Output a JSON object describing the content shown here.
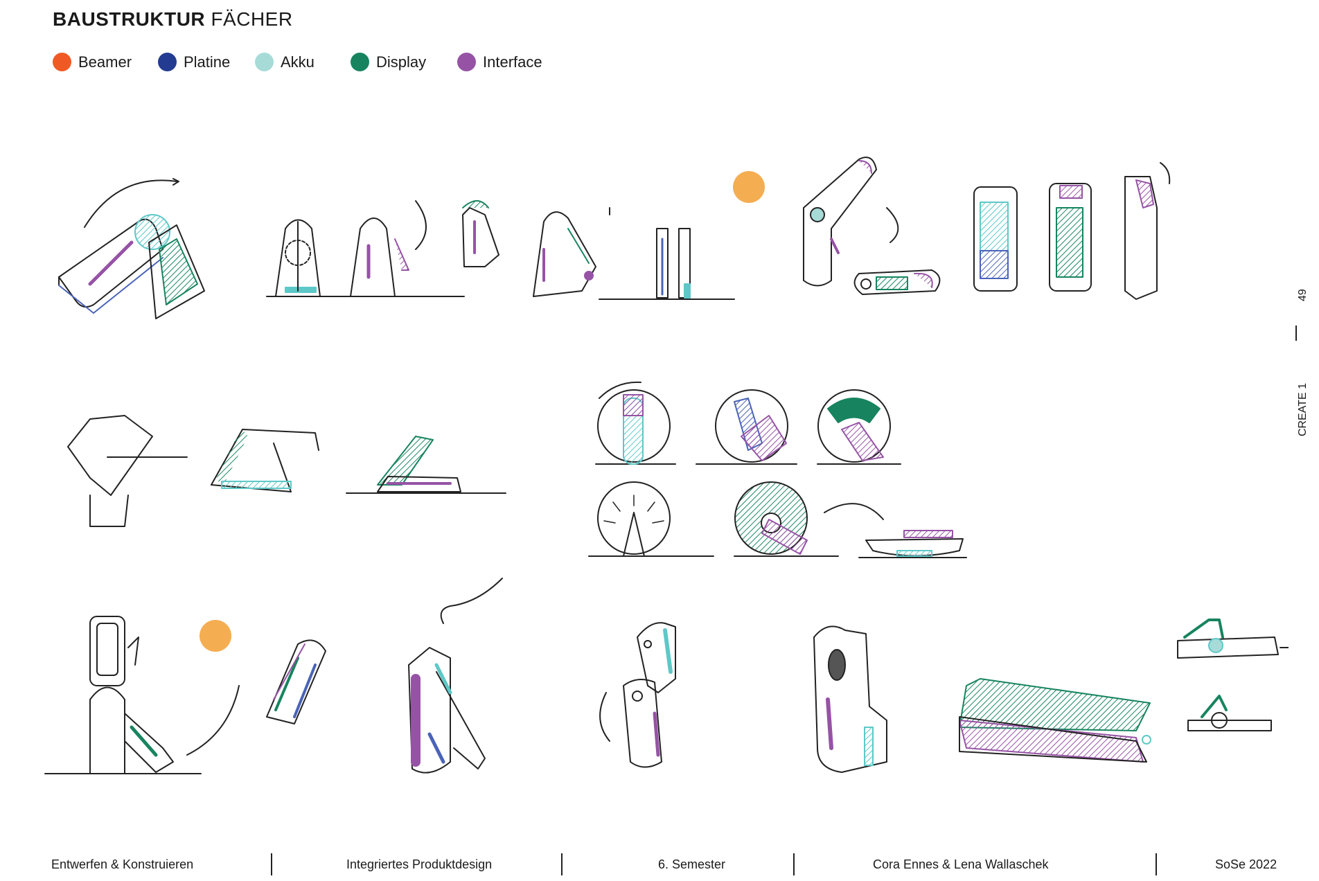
{
  "header": {
    "title_bold": "BAUSTRUKTUR",
    "title_light": "FÄCHER"
  },
  "legend": [
    {
      "label": "Beamer",
      "color": "#ef5a24"
    },
    {
      "label": "Platine",
      "color": "#233b91"
    },
    {
      "label": "Akku",
      "color": "#a6dbd8"
    },
    {
      "label": "Display",
      "color": "#17845f"
    },
    {
      "label": "Interface",
      "color": "#9653a5"
    }
  ],
  "side": {
    "page_number": "49",
    "label": "CREATE  1"
  },
  "footer": [
    "Entwerfen & Konstruieren",
    "Integriertes Produktdesign",
    "6. Semester",
    "Cora Ennes  & Lena Wallaschek",
    "SoSe 2022"
  ],
  "accent_orange": "#f5ad52"
}
